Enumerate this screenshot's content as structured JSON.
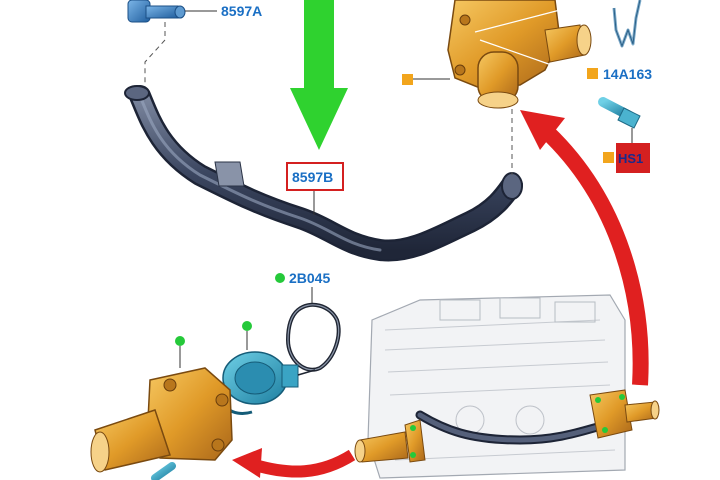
{
  "labels": {
    "hose_connector_top": "8597A",
    "coolant_pipe": "8597B",
    "clip": "14A163",
    "bolt": "HS1",
    "gasket": "2B045"
  },
  "colors": {
    "part_blue_label": "#1a6fc4",
    "highlight_red": "#d42020",
    "highlight_green": "#2fd22f",
    "marker_orange": "#f2a51c",
    "marker_green": "#25c93a",
    "pipe_dark": "#3b4660",
    "housing_gold": "#e0a030"
  }
}
